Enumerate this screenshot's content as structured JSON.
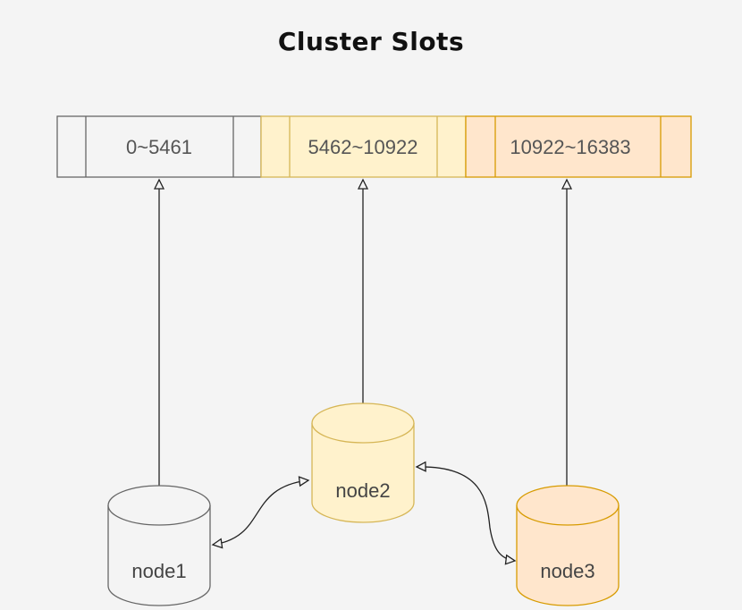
{
  "title": "Cluster Slots",
  "slots": [
    {
      "label": "0~5461",
      "fill": "#f4f4f4",
      "stroke": "#666666"
    },
    {
      "label": "5462~10922",
      "fill": "#fff2cc",
      "stroke": "#d6b656"
    },
    {
      "label": "10922~16383",
      "fill": "#ffe6cc",
      "stroke": "#d79b00"
    }
  ],
  "nodes": [
    {
      "label": "node1",
      "fill": "#f4f4f4",
      "stroke": "#666666"
    },
    {
      "label": "node2",
      "fill": "#fff2cc",
      "stroke": "#d6b656"
    },
    {
      "label": "node3",
      "fill": "#ffe6cc",
      "stroke": "#d79b00"
    }
  ]
}
